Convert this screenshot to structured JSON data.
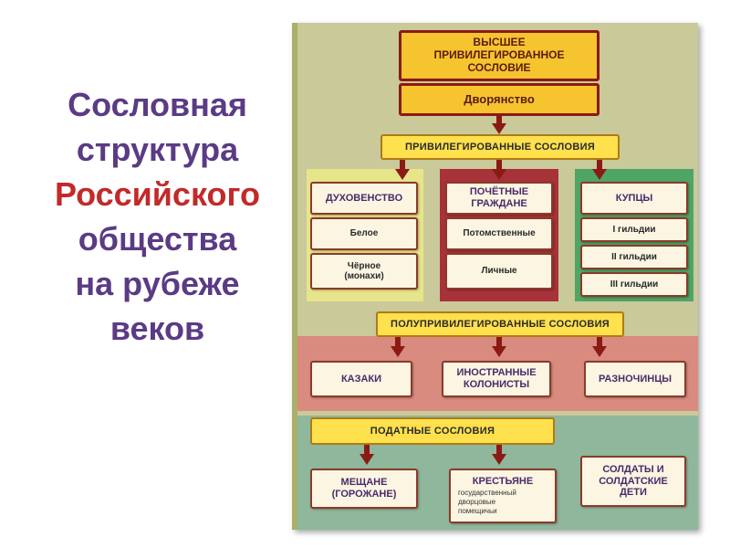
{
  "title": {
    "line1": "Сословная",
    "line2": "структура",
    "line3": "Российского",
    "line4": "общества",
    "line5": "на рубеже",
    "line6": "веков"
  },
  "colors": {
    "title_purple": "#5a3b84",
    "title_red": "#c22a2a",
    "box_gold": "#f6c42f",
    "box_border": "#8b1a14"
  },
  "diagram": {
    "top_title": "ВЫСШЕЕ ПРИВИЛЕГИРОВАННОЕ СОСЛОВИЕ",
    "nobility": "Дворянство",
    "privileged": "ПРИВИЛЕГИРОВАННЫЕ СОСЛОВИЯ",
    "clergy": {
      "head": "ДУХОВЕНСТВО",
      "white": "Белое",
      "black": "Чёрное (монахи)"
    },
    "citizens": {
      "head": "ПОЧЁТНЫЕ ГРАЖДАНЕ",
      "hereditary": "Потомственные",
      "personal": "Личные"
    },
    "merchants": {
      "head": "КУПЦЫ",
      "g1": "I гильдии",
      "g2": "II гильдии",
      "g3": "III гильдии"
    },
    "semi": "ПОЛУПРИВИЛЕГИРОВАННЫЕ СОСЛОВИЯ",
    "cossacks": "КАЗАКИ",
    "colonists": "ИНОСТРАННЫЕ КОЛОНИСТЫ",
    "raznochintsy": "РАЗНОЧИНЦЫ",
    "taxed": "ПОДАТНЫЕ СОСЛОВИЯ",
    "townspeople": "МЕЩАНЕ (ГОРОЖАНЕ)",
    "peasants": {
      "head": "КРЕСТЬЯНЕ",
      "state": "государственный",
      "palace": "дворцовые",
      "landlord": "помещичьи"
    },
    "soldiers": "СОЛДАТЫ И СОЛДАТСКИЕ ДЕТИ"
  }
}
